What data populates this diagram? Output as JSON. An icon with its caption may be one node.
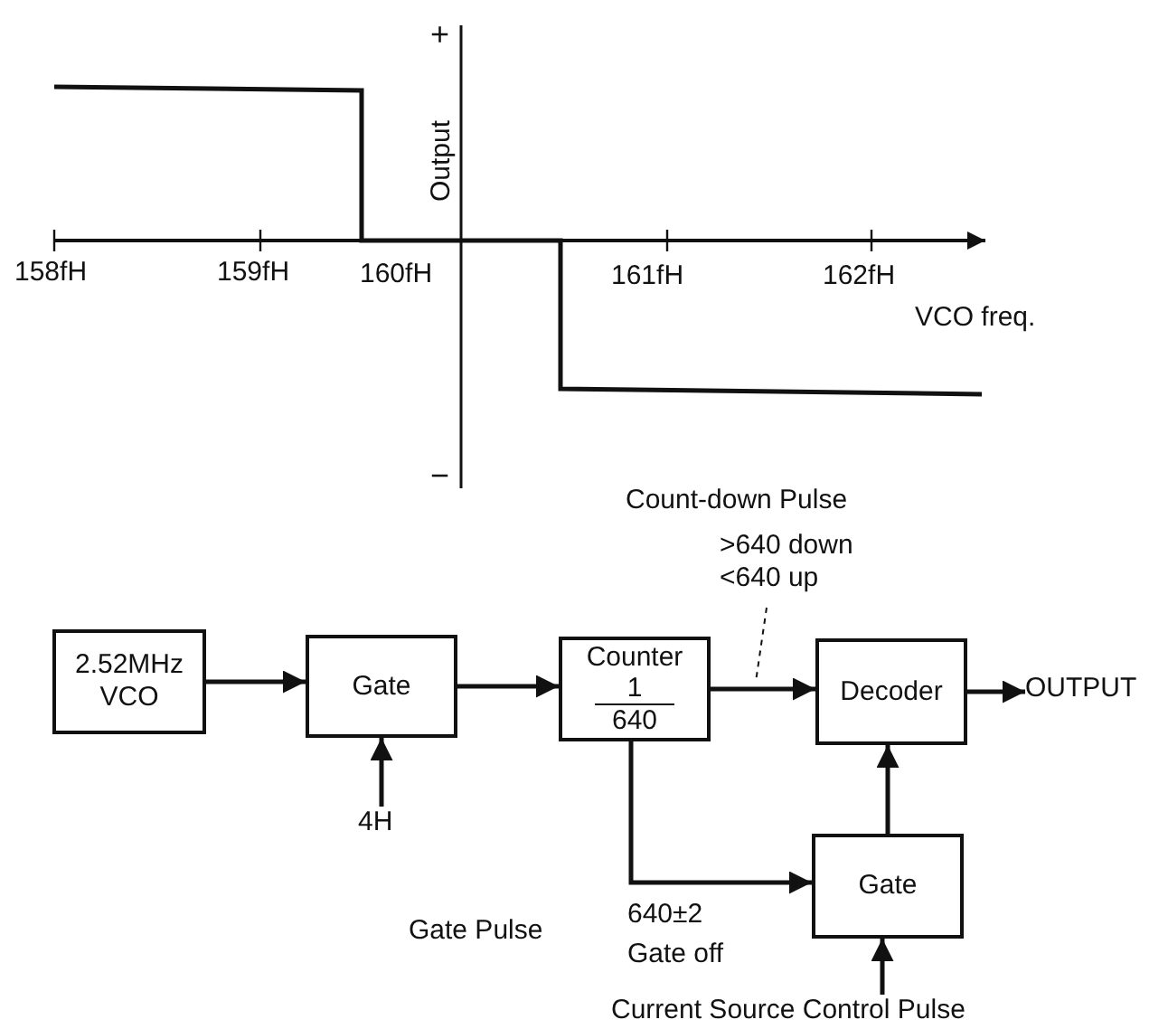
{
  "diagram": {
    "nodes": [
      {
        "text": [
          "2.52MHz VCO"
        ]
      },
      {
        "text": [
          "Gate"
        ]
      },
      {
        "text": [
          "Counter",
          "1",
          "640"
        ]
      },
      {
        "text": [
          "Decoder"
        ]
      },
      {
        "text": [
          "OUTPUT"
        ]
      },
      {
        "text": [
          "4H"
        ]
      },
      {
        "text": [
          "Gate"
        ]
      },
      {
        "text": [
          "Current Source Control Pulse"
        ]
      },
      {
        "text": [
          "Count-down Pulse",
          ">640 down <640 up"
        ]
      }
    ],
    "edges": [
      {
        "from": 0,
        "to": 1,
        "arrow": "to"
      },
      {
        "from": 1,
        "to": 2,
        "arrow": "to"
      },
      {
        "from": 2,
        "to": 3,
        "arrow": "to"
      },
      {
        "from": 3,
        "to": 4,
        "arrow": "to"
      },
      {
        "from": 5,
        "to": 1,
        "arrow": "to"
      },
      {
        "from": 2,
        "to": 6,
        "arrow": "to",
        "label": "Gate Pulse"
      },
      {
        "from": 6,
        "to": 3,
        "arrow": "to"
      },
      {
        "from": 7,
        "to": 6,
        "arrow": "to"
      },
      {
        "from": 8,
        "to": null,
        "arrow": "none",
        "style": "dashed"
      }
    ],
    "labels": [
      "+",
      "Output",
      "158fH",
      "159fH",
      "160fH",
      "161fH",
      "162fH",
      "VCO freq.",
      "−",
      "640±2 Gate off"
    ]
  }
}
